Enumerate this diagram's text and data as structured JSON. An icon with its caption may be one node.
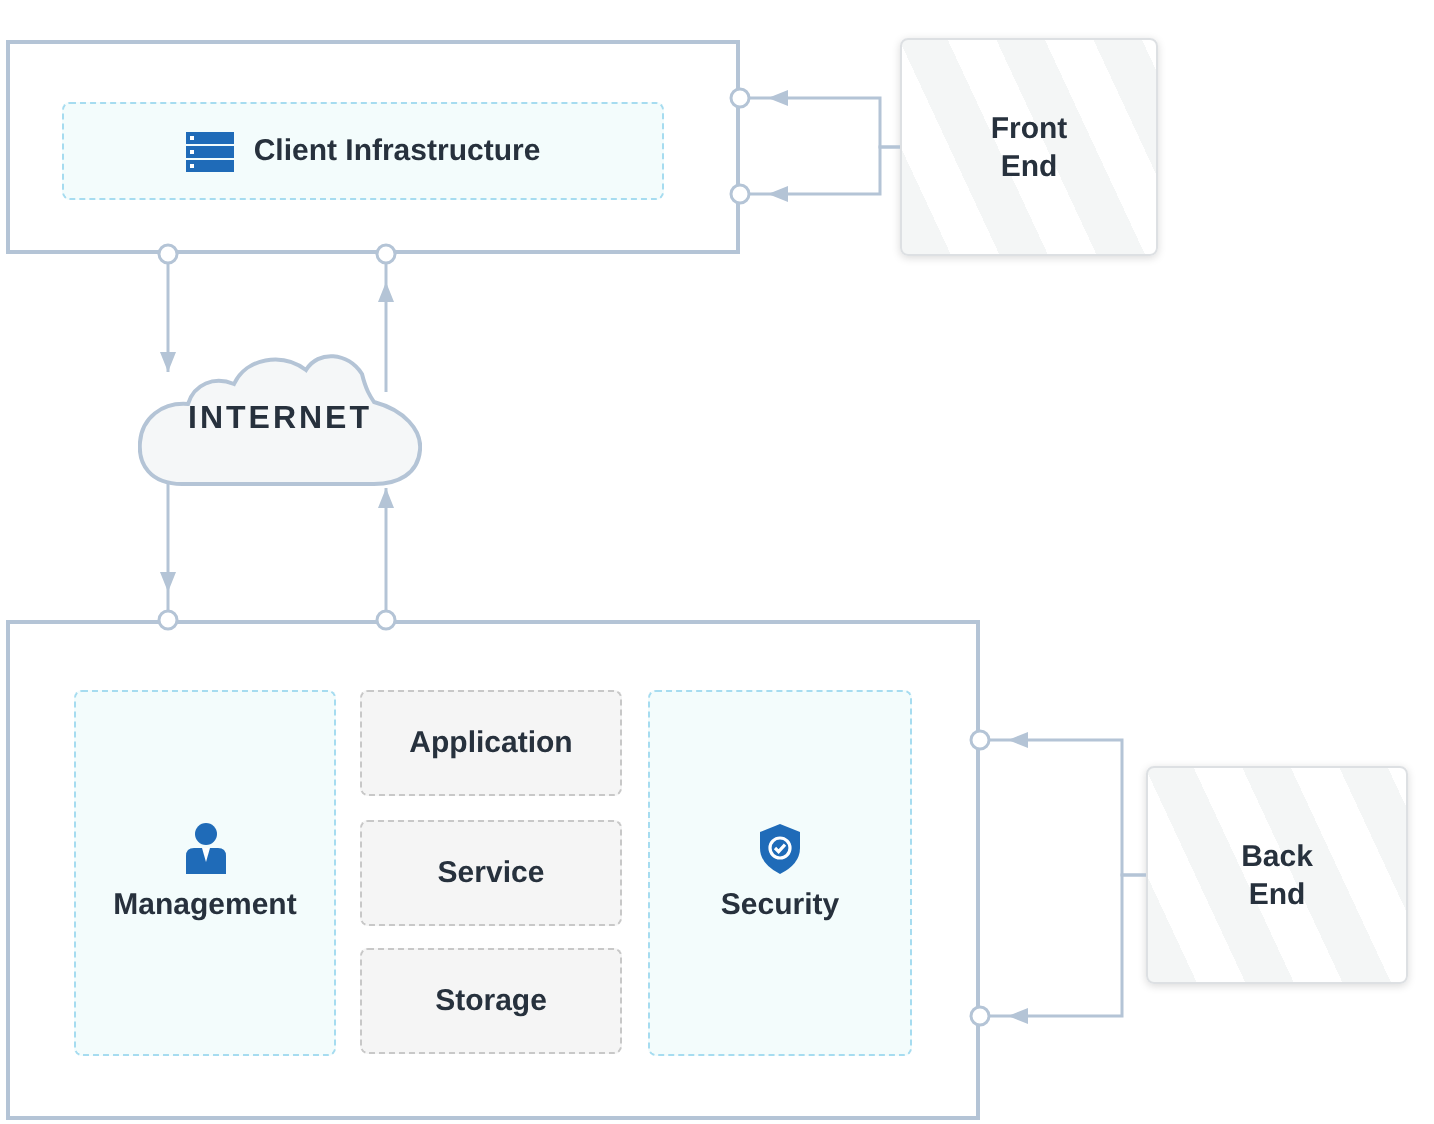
{
  "diagram": {
    "nodes": [
      {
        "text": [],
        "shape": "box"
      },
      {
        "text": [
          "Client Infrastructure"
        ],
        "in": 0
      },
      {
        "text": [
          "Front End"
        ]
      },
      {
        "text": [
          "INTERNET"
        ]
      },
      {
        "text": [],
        "shape": "box"
      },
      {
        "text": [
          "Management"
        ],
        "in": 4
      },
      {
        "text": [
          "Application"
        ],
        "in": 4
      },
      {
        "text": [
          "Service"
        ],
        "in": 4
      },
      {
        "text": [
          "Storage"
        ],
        "in": 4
      },
      {
        "text": [
          "Security"
        ],
        "in": 4
      },
      {
        "text": [
          "Back End"
        ]
      }
    ],
    "edges": [
      {
        "from": 2,
        "to": 0,
        "arrow": "to"
      },
      {
        "from": 2,
        "to": 0,
        "arrow": "to"
      },
      {
        "from": 0,
        "to": 3,
        "arrow": "to"
      },
      {
        "from": 3,
        "to": 0,
        "arrow": "to"
      },
      {
        "from": 3,
        "to": 4,
        "arrow": "to"
      },
      {
        "from": 4,
        "to": 3,
        "arrow": "to"
      },
      {
        "from": 10,
        "to": 4,
        "arrow": "to"
      },
      {
        "from": 10,
        "to": 4,
        "arrow": "to"
      }
    ]
  }
}
